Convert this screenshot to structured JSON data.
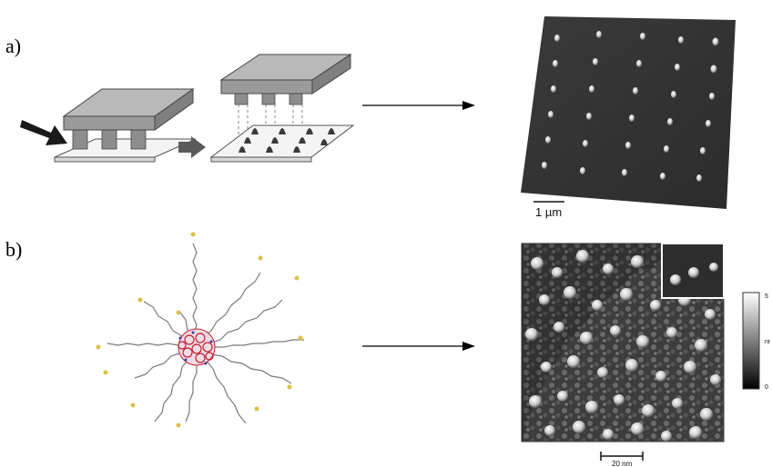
{
  "panels": [
    {
      "label": "a)",
      "scale_bar": "1 µm"
    },
    {
      "label": "b)",
      "scale_bar": "20 nm",
      "colorbar_max": "5",
      "colorbar_min": "0",
      "colorbar_unit": "nr"
    }
  ],
  "colors": {
    "stamp_top": "#b9b9b9",
    "stamp_side": "#8d8d8d",
    "substrate": "#f4f4f4",
    "dots": "#3a3a3a",
    "arrow_black": "#1a1a1a",
    "arrow_grey": "#5a5a5a",
    "chain": "#7a7a7a",
    "thiol": "#d8c04a",
    "core_red": "#c0203a",
    "afm_dark": "#2a2a2a",
    "afm_light": "#f2f2f2"
  }
}
